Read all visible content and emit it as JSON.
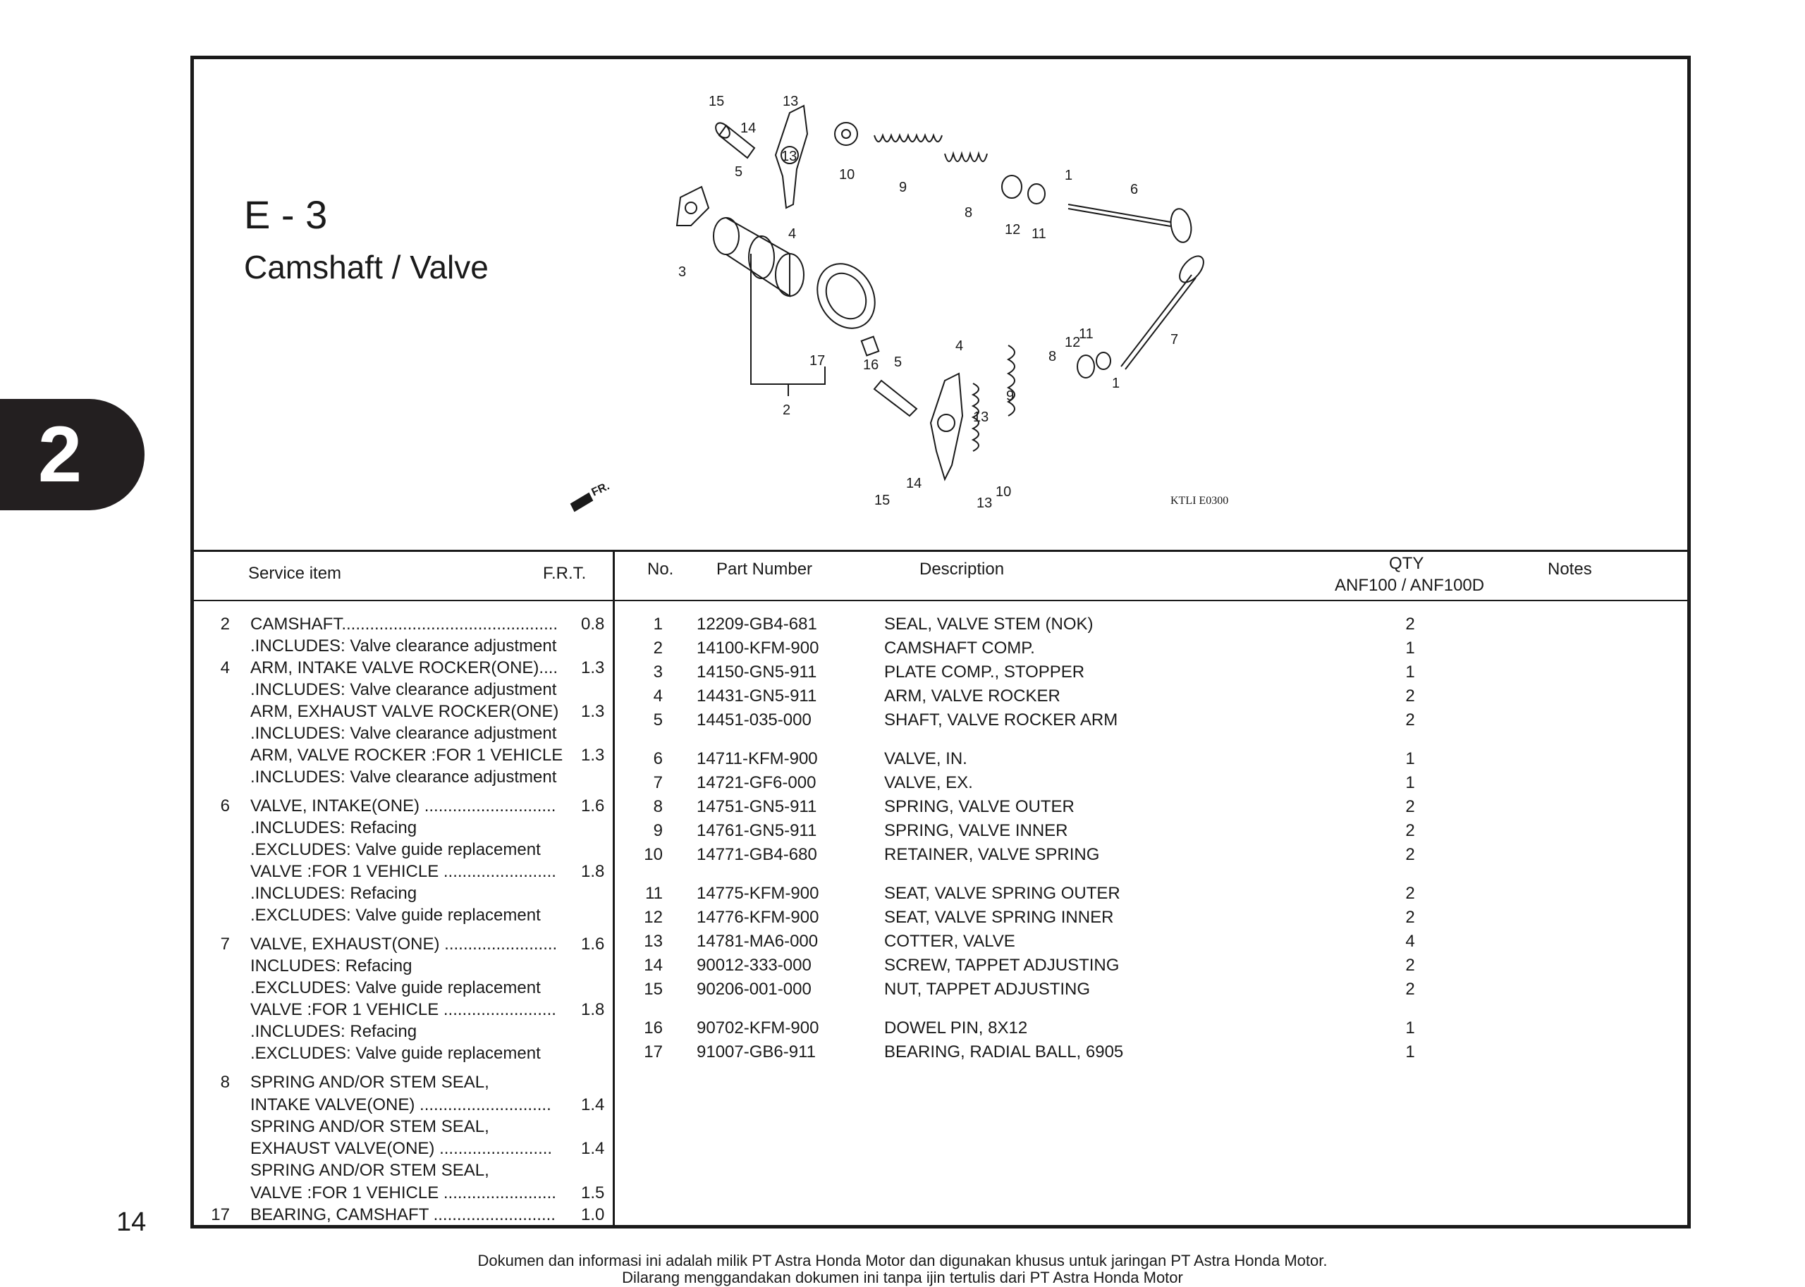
{
  "page": {
    "section_code": "E - 3",
    "section_title": "Camshaft / Valve",
    "chapter": "2",
    "page_number": "14"
  },
  "diagram": {
    "callouts": [
      "15",
      "14",
      "13",
      "13",
      "5",
      "10",
      "9",
      "8",
      "12",
      "11",
      "1",
      "6",
      "4",
      "3",
      "17",
      "2",
      "16",
      "5",
      "4",
      "8",
      "12",
      "11",
      "7",
      "1",
      "9",
      "13",
      "14",
      "15",
      "13",
      "10"
    ],
    "front_label": "FR.",
    "ref_code": "KTLI E0300"
  },
  "service_table": {
    "headers": {
      "item": "Service item",
      "frt": "F.R.T."
    },
    "rows": [
      {
        "no": "2",
        "text": "CAMSHAFT..............................................",
        "frt": "0.8"
      },
      {
        "no": "",
        "text": ".INCLUDES: Valve clearance adjustment",
        "frt": ""
      },
      {
        "no": "4",
        "text": "ARM, INTAKE VALVE ROCKER(ONE)....",
        "frt": "1.3"
      },
      {
        "no": "",
        "text": ".INCLUDES: Valve clearance adjustment",
        "frt": ""
      },
      {
        "no": "",
        "text": "ARM, EXHAUST VALVE ROCKER(ONE)",
        "frt": "1.3"
      },
      {
        "no": "",
        "text": ".INCLUDES: Valve clearance adjustment",
        "frt": ""
      },
      {
        "no": "",
        "text": "ARM, VALVE ROCKER :FOR 1 VEHICLE",
        "frt": "1.3"
      },
      {
        "no": "",
        "text": ".INCLUDES: Valve clearance adjustment",
        "frt": ""
      },
      {
        "no": "6",
        "text": "VALVE, INTAKE(ONE) ............................",
        "frt": "1.6"
      },
      {
        "no": "",
        "text": ".INCLUDES: Refacing",
        "frt": ""
      },
      {
        "no": "",
        "text": ".EXCLUDES: Valve guide replacement",
        "frt": ""
      },
      {
        "no": "",
        "text": "VALVE :FOR 1 VEHICLE ........................",
        "frt": "1.8"
      },
      {
        "no": "",
        "text": ".INCLUDES: Refacing",
        "frt": ""
      },
      {
        "no": "",
        "text": ".EXCLUDES: Valve guide replacement",
        "frt": ""
      },
      {
        "no": "7",
        "text": "VALVE, EXHAUST(ONE) ........................",
        "frt": "1.6"
      },
      {
        "no": "",
        "text": "INCLUDES: Refacing",
        "frt": ""
      },
      {
        "no": "",
        "text": ".EXCLUDES: Valve guide  replacement",
        "frt": ""
      },
      {
        "no": "",
        "text": "VALVE :FOR 1 VEHICLE ........................",
        "frt": "1.8"
      },
      {
        "no": "",
        "text": ".INCLUDES: Refacing",
        "frt": ""
      },
      {
        "no": "",
        "text": ".EXCLUDES: Valve guide replacement",
        "frt": ""
      },
      {
        "no": "8",
        "text": "SPRING AND/OR STEM SEAL,",
        "frt": ""
      },
      {
        "no": "",
        "text": " INTAKE VALVE(ONE) ............................",
        "frt": "1.4"
      },
      {
        "no": "",
        "text": "SPRING AND/OR STEM SEAL,",
        "frt": ""
      },
      {
        "no": "",
        "text": " EXHAUST VALVE(ONE) ........................",
        "frt": "1.4"
      },
      {
        "no": "",
        "text": "SPRING AND/OR STEM SEAL,",
        "frt": ""
      },
      {
        "no": "",
        "text": " VALVE :FOR 1 VEHICLE ........................",
        "frt": "1.5"
      },
      {
        "no": "17",
        "text": "BEARING, CAMSHAFT ..........................",
        "frt": "1.0"
      }
    ]
  },
  "parts_table": {
    "headers": {
      "no": "No.",
      "part_number": "Part Number",
      "description": "Description",
      "qty": "QTY",
      "qty_models": "ANF100 / ANF100D",
      "notes": "Notes"
    },
    "rows": [
      {
        "no": "1",
        "part": "12209-GB4-681",
        "desc": "SEAL, VALVE STEM (NOK)",
        "qty": "2"
      },
      {
        "no": "2",
        "part": "14100-KFM-900",
        "desc": "CAMSHAFT COMP.",
        "qty": "1"
      },
      {
        "no": "3",
        "part": "14150-GN5-911",
        "desc": "PLATE COMP., STOPPER",
        "qty": "1"
      },
      {
        "no": "4",
        "part": "14431-GN5-911",
        "desc": "ARM, VALVE ROCKER",
        "qty": "2"
      },
      {
        "no": "5",
        "part": "14451-035-000",
        "desc": "SHAFT, VALVE ROCKER ARM",
        "qty": "2"
      },
      {
        "no": "6",
        "part": "14711-KFM-900",
        "desc": "VALVE, IN.",
        "qty": "1"
      },
      {
        "no": "7",
        "part": "14721-GF6-000",
        "desc": "VALVE, EX.",
        "qty": "1"
      },
      {
        "no": "8",
        "part": "14751-GN5-911",
        "desc": "SPRING, VALVE OUTER",
        "qty": "2"
      },
      {
        "no": "9",
        "part": "14761-GN5-911",
        "desc": "SPRING, VALVE INNER",
        "qty": "2"
      },
      {
        "no": "10",
        "part": "14771-GB4-680",
        "desc": "RETAINER, VALVE SPRING",
        "qty": "2"
      },
      {
        "no": "11",
        "part": "14775-KFM-900",
        "desc": "SEAT, VALVE SPRING OUTER",
        "qty": "2"
      },
      {
        "no": "12",
        "part": "14776-KFM-900",
        "desc": "SEAT, VALVE SPRING INNER",
        "qty": "2"
      },
      {
        "no": "13",
        "part": "14781-MA6-000",
        "desc": "COTTER, VALVE",
        "qty": "4"
      },
      {
        "no": "14",
        "part": "90012-333-000",
        "desc": "SCREW, TAPPET ADJUSTING",
        "qty": "2"
      },
      {
        "no": "15",
        "part": "90206-001-000",
        "desc": "NUT, TAPPET ADJUSTING",
        "qty": "2"
      },
      {
        "no": "16",
        "part": "90702-KFM-900",
        "desc": "DOWEL PIN, 8X12",
        "qty": "1"
      },
      {
        "no": "17",
        "part": "91007-GB6-911",
        "desc": "BEARING, RADIAL BALL, 6905",
        "qty": "1"
      }
    ]
  },
  "footer": {
    "line1": "Dokumen dan informasi ini adalah milik PT Astra Honda Motor dan digunakan khusus untuk jaringan PT Astra Honda Motor.",
    "line2": "Dilarang menggandakan dokumen ini tanpa ijin tertulis dari PT Astra Honda Motor"
  }
}
